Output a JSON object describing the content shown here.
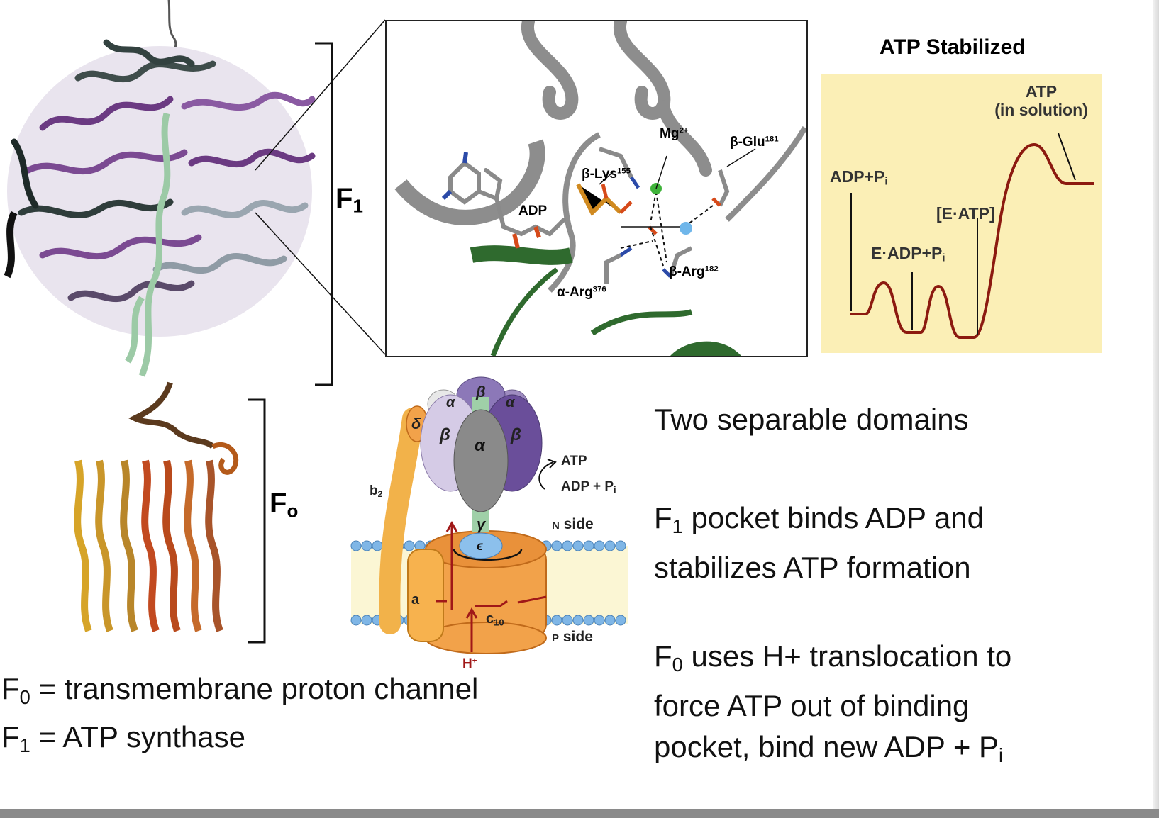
{
  "labels": {
    "f1": "F",
    "f1_sub": "1",
    "fo": "F",
    "fo_sub": "o",
    "atp_stabilized": "ATP Stabilized"
  },
  "binding_site": {
    "mg": "Mg",
    "mg_sup": "2+",
    "b_glu": "β-Glu",
    "b_glu_sup": "181",
    "b_lys": "β-Lys",
    "b_lys_sup": "155",
    "adp": "ADP",
    "a_arg": "α-Arg",
    "a_arg_sup": "376",
    "b_arg": "β-Arg",
    "b_arg_sup": "182"
  },
  "energy_diagram": {
    "atp_solution_line1": "ATP",
    "atp_solution_line2": "(in solution)",
    "adp_pi": "ADP+P",
    "adp_pi_sub": "i",
    "e_adp_pi": "E·ADP+P",
    "e_adp_pi_sub": "i",
    "e_atp": "[E·ATP]",
    "colors": {
      "background": "#fbefb6",
      "curve": "#8c1a10"
    }
  },
  "schematic": {
    "beta": "β",
    "alpha": "α",
    "delta": "δ",
    "gamma": "γ",
    "epsilon": "ϵ",
    "b2": "b",
    "b2_sub": "2",
    "a": "a",
    "c10": "c",
    "c10_sub": "10",
    "atp": "ATP",
    "adp_pi": "ADP + P",
    "adp_pi_sub": "i",
    "n_side_small": "N",
    "n_side": " side",
    "p_side_small": "P",
    "p_side": " side",
    "h_plus": "H",
    "h_plus_sup": "+"
  },
  "text": {
    "domains": "Two separable domains",
    "f1_pocket_prefix": "F",
    "f1_pocket_sub": "1",
    "f1_pocket_line1": " pocket binds ADP and",
    "f1_pocket_line2": "stabilizes ATP formation",
    "f0_prefix": "F",
    "f0_sub": "0",
    "f0_line1": " uses H+ translocation to",
    "f0_line2": "force ATP out of binding",
    "f0_line3": "pocket, bind new ADP + P",
    "f0_line3_sub": "i",
    "def_f0_prefix": "F",
    "def_f0_sub": "0",
    "def_f0": " = transmembrane proton channel",
    "def_f1_prefix": "F",
    "def_f1_sub": "1",
    "def_f1": " = ATP synthase"
  }
}
